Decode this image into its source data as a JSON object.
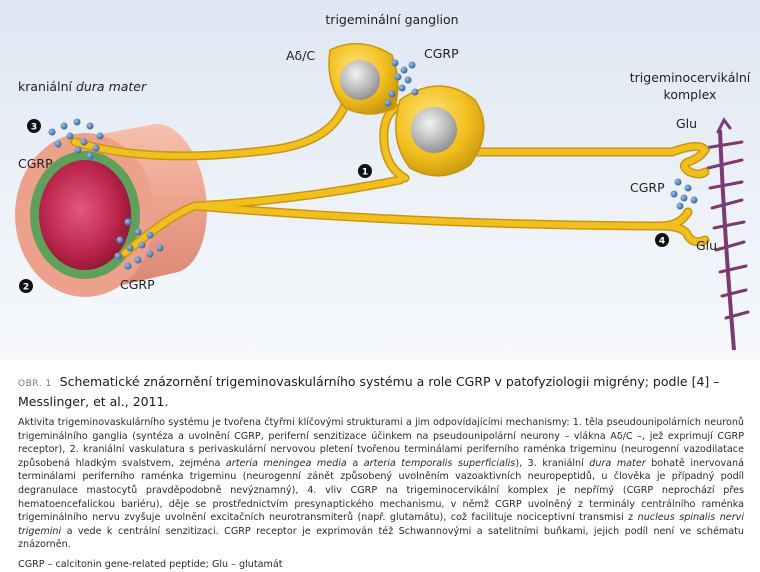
{
  "figure": {
    "labels": {
      "ganglion": "trigeminální ganglion",
      "dura_prefix": "kraniální ",
      "dura_italic": "dura mater",
      "complex_line1": "trigeminocervikální",
      "complex_line2": "komplex",
      "adelta": "Aδ/C",
      "cgrp_top": "CGRP",
      "cgrp_left": "CGRP",
      "cgrp_bottom": "CGRP",
      "cgrp_right": "CGRP",
      "glu_top": "Glu",
      "glu_bottom": "Glu"
    },
    "markers": [
      "1",
      "2",
      "3",
      "4"
    ],
    "colors": {
      "nerve": "#f2c01e",
      "nerve_edge": "#c8960c",
      "vesicle": "#4a78b4",
      "vessel_outer": "#eba18c",
      "vessel_green": "#5fa05a",
      "vessel_lumen": "#b8234a",
      "spinal": "#7a3a72"
    }
  },
  "caption": {
    "obr_label": "OBR. 1",
    "title": "Schematické znázornění trigeminovaskulárního systému a role CGRP v patofyziologii migrény; podle [4] – Messlinger, et al., 2011.",
    "body_parts": [
      {
        "t": "Aktivita trigeminovaskulárního systému je tvořena čtyřmi klíčovými strukturami a jim odpovídajícími mechanismy: 1. těla pseudounipolárních neuronů trigeminálního ganglia (syntéza a uvolnění CGRP, periferní senzitizace účinkem na pseudounipolární neurony – vlákna Aδ/C –, jež exprimují CGRP receptor), 2. kraniální vaskulatura s perivaskulární nervovou pletení tvořenou terminálami periferního raménka trigeminu (neurogenní vazodilatace způsobená hladkým svalstvem, zejména "
      },
      {
        "t": "arteria meningea media",
        "i": true
      },
      {
        "t": " a "
      },
      {
        "t": "arteria temporalis superficialis",
        "i": true
      },
      {
        "t": "), 3. kraniální "
      },
      {
        "t": "dura mater",
        "i": true
      },
      {
        "t": " bohatě inervovaná terminálami periferního raménka trigeminu (neurogenní zánět způsobený uvolněním vazoaktivních neuropeptidů, u člověka je případný podíl degranulace mastocytů pravděpodobně nevýznamný), 4. vliv CGRP na trigeminocervikální komplex je nepřímý (CGRP neprochází přes hematoencefalickou bariéru), děje se prostřednictvím presynaptického mechanismu, v němž CGRP uvolněný z terminály centrálního raménka trigeminálního nervu zvyšuje uvolnění excitačních neurotransmiterů (např. glutamátu), což facilituje nociceptivní transmisi z "
      },
      {
        "t": "nucleus spinalis nervi trigemini",
        "i": true
      },
      {
        "t": " a vede k centrální senzitizaci. CGRP receptor je exprimován též Schwannovými a satelitními buňkami, jejich podíl není ve schématu znázorněn."
      }
    ],
    "abbreviations": "CGRP – calcitonin gene-related peptide; Glu – glutamát"
  }
}
